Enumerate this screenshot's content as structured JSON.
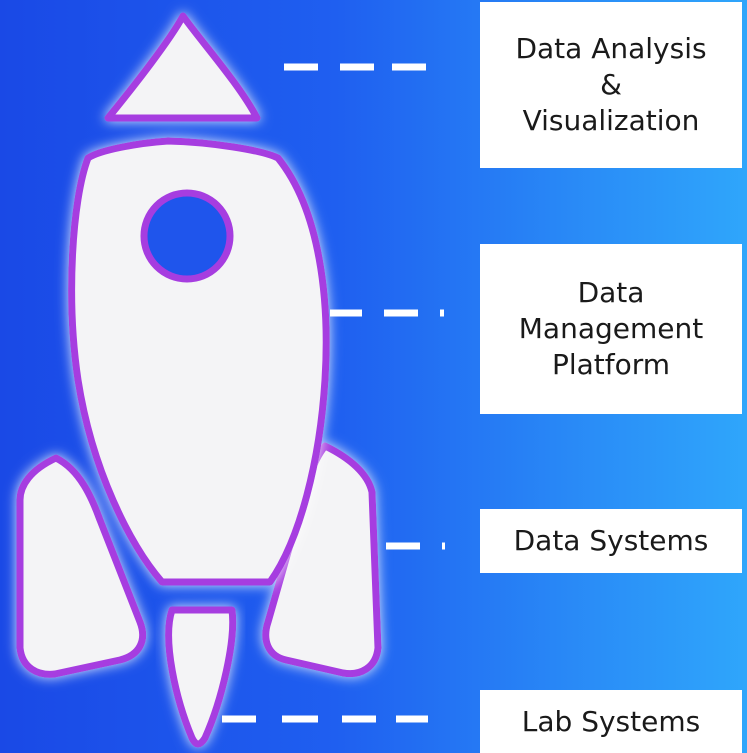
{
  "labels": [
    {
      "id": "data-analysis",
      "lines": [
        "Data Analysis",
        "&",
        "Visualization"
      ]
    },
    {
      "id": "data-management",
      "lines": [
        "Data",
        "Management",
        "Platform"
      ]
    },
    {
      "id": "data-systems",
      "lines": [
        "Data Systems"
      ]
    },
    {
      "id": "lab-systems",
      "lines": [
        "Lab Systems"
      ]
    }
  ],
  "colors": {
    "background_left": "#1a49e6",
    "background_right": "#2fa6fb",
    "rocket_fill": "#f4f4f6",
    "rocket_outline": "#a63de0",
    "connector": "#ffffff",
    "box_fill": "#ffffff",
    "text": "#1a1a1a"
  }
}
